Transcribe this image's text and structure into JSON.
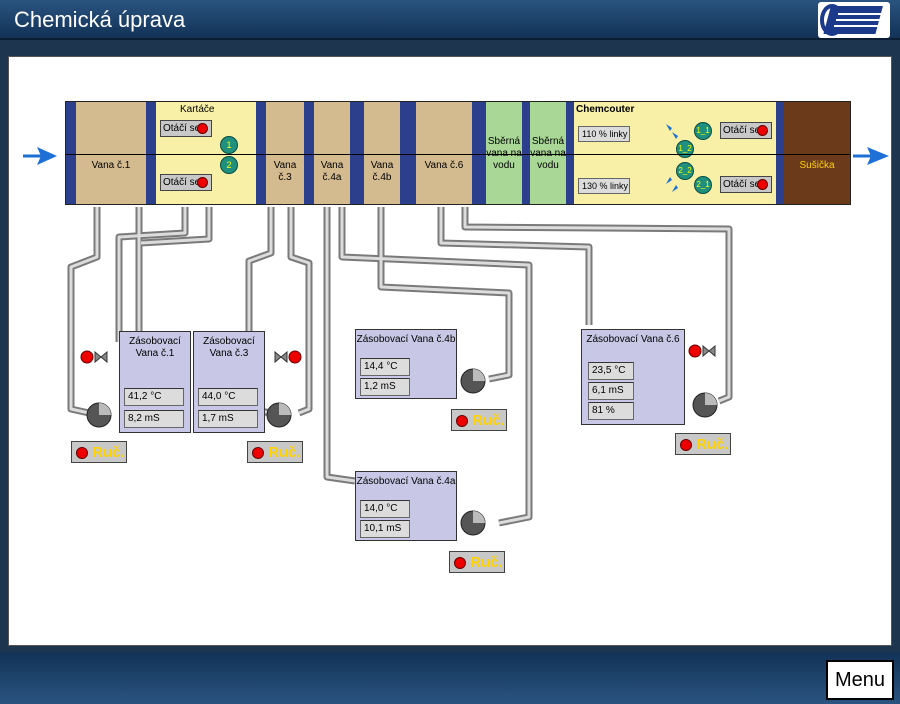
{
  "header": {
    "title": "Chemická úprava"
  },
  "footer": {
    "menu_label": "Menu"
  },
  "line": {
    "vana1": "Vana č.1",
    "kartace": "Kartáče",
    "vana3": "Vana č.3",
    "vana4a": "Vana č.4a",
    "vana4b": "Vana č.4b",
    "vana6": "Vana č.6",
    "sbern1": "Sběrná vana na vodu",
    "sbern2": "Sběrná vana na vodu",
    "chemcouter": "Chemcouter",
    "susicka": "Sušička"
  },
  "kartace": {
    "rot1_label": "Otáčí se",
    "rot2_label": "Otáčí se",
    "roller1": "1",
    "roller2": "2"
  },
  "chemcouter": {
    "speed1": "110 % linky",
    "speed2": "130 % linky",
    "rot1_label": "Otáčí se",
    "rot2_label": "Otáčí se",
    "r1_1": "1_1",
    "r1_2": "1_2",
    "r2_2": "2_2",
    "r2_1": "2_1"
  },
  "tanks": {
    "t1": {
      "name": "Zásobovací Vana č.1",
      "temp": "41,2 °C",
      "cond": "8,2 mS"
    },
    "t3": {
      "name": "Zásobovací Vana č.3",
      "temp": "44,0 °C",
      "cond": "1,7 mS"
    },
    "t4b": {
      "name": "Zásobovací Vana č.4b",
      "temp": "14,4 °C",
      "cond": "1,2 mS"
    },
    "t4a": {
      "name": "Zásobovací Vana č.4a",
      "temp": "14,0 °C",
      "cond": "10,1 mS"
    },
    "t6": {
      "name": "Zásobovací Vana č.6",
      "temp": "23,5 °C",
      "cond": "6,1 mS",
      "level": "81 %"
    }
  },
  "manual": {
    "label": "Ruč."
  },
  "colors": {
    "tan": "#d4bb8f",
    "yellow": "#f7f0a6",
    "green": "#a9d896",
    "brown": "#6b3a1a",
    "navy": "#2b3f8c",
    "tank": "#c8c8e6"
  }
}
